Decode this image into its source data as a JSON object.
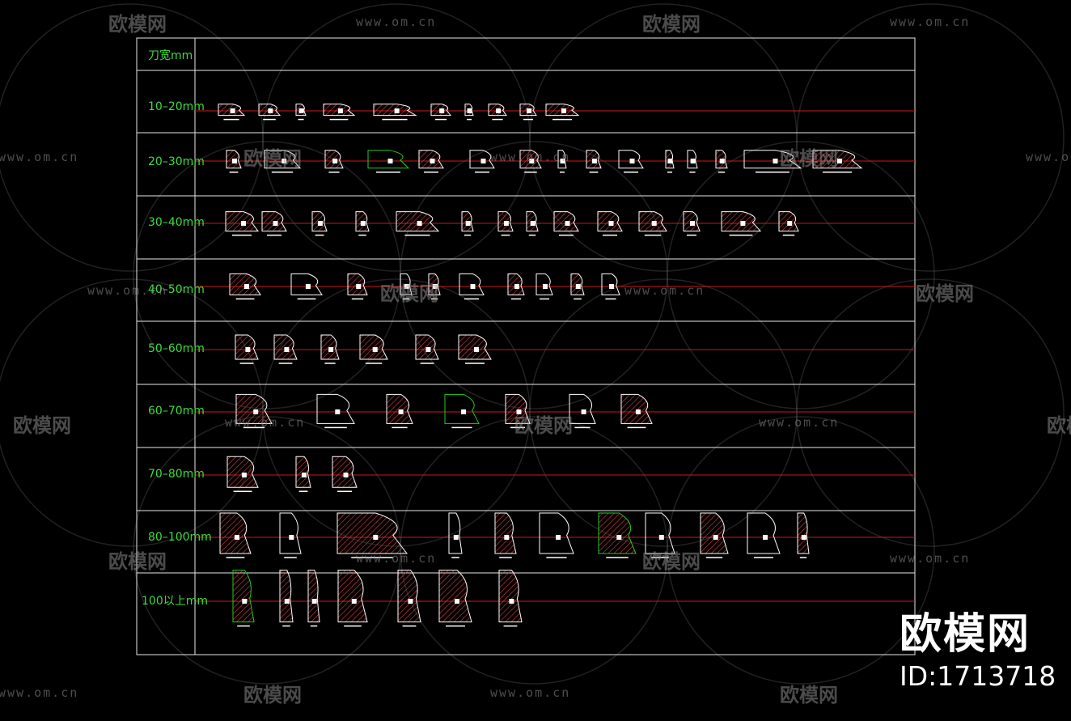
{
  "table": {
    "header_label": "刀宽mm",
    "rows": [
      {
        "label": "10–20mm"
      },
      {
        "label": "20–30mm"
      },
      {
        "label": "30–40mm"
      },
      {
        "label": "40–50mm"
      },
      {
        "label": "50–60mm"
      },
      {
        "label": "60–70mm"
      },
      {
        "label": "70–80mm"
      },
      {
        "label": "80–100mm"
      },
      {
        "label": "100以上mm"
      }
    ]
  },
  "watermarks": {
    "site_text": "www.om.cn",
    "logo_text": "欧模网"
  },
  "brand": {
    "name": "欧模网",
    "id_label": "ID:1713718"
  },
  "colors": {
    "background": "#000000",
    "grid_line": "#e8e8e8",
    "baseline": "#d01818",
    "label": "#3ddc3d",
    "drawing": "#ffffff",
    "hatch": "#e04040",
    "highlight_outline": "#22cc22",
    "watermark": "#8c8c8c"
  }
}
